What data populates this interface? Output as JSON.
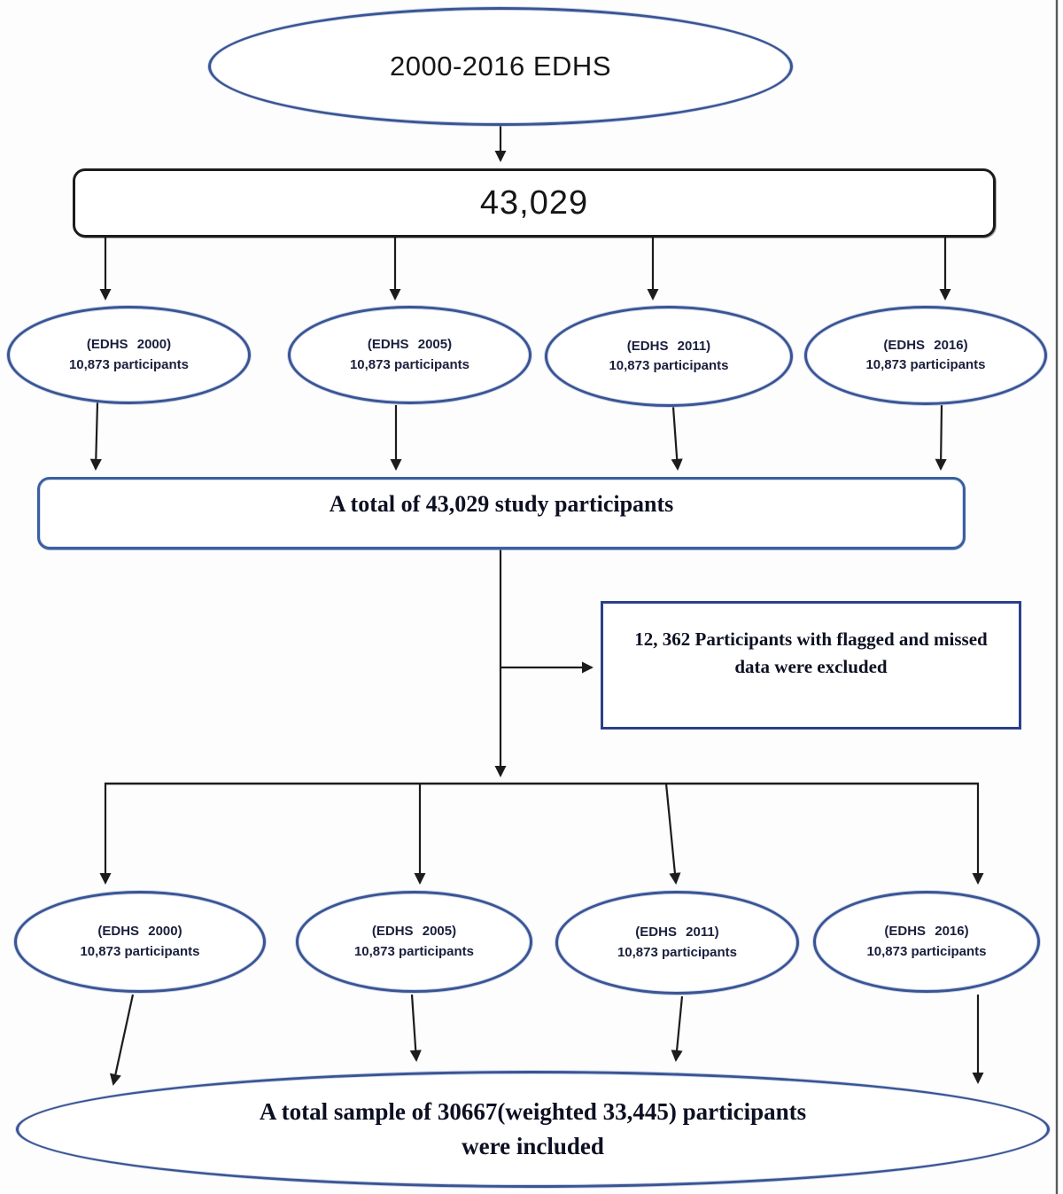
{
  "colors": {
    "ellipse_border": "#3a5494",
    "box_border_dark": "#1c1c1c",
    "box_border_blue": "#3a5fa0",
    "exclusion_border": "#2b3f8c",
    "arrow": "#1c1c1c",
    "label_text": "#1a1f3d",
    "serif_text": "#0d1022",
    "sans_text": "#161616",
    "page_edge": "#5a5a5a",
    "background": "#fdfdfd"
  },
  "nodes": {
    "source": {
      "label": "2000-2016 EDHS"
    },
    "pooled_total": {
      "label": "43,029"
    },
    "row1": [
      {
        "line1": "(EDHS 2000)",
        "line2": "10,873 participants"
      },
      {
        "line1": "(EDHS 2005)",
        "line2": "10,873 participants"
      },
      {
        "line1": "(EDHS 2011)",
        "line2": "10,873 participants"
      },
      {
        "line1": "(EDHS 2016)",
        "line2": "10,873 participants"
      }
    ],
    "study_total": {
      "label": "A total of 43,029 study participants"
    },
    "excluded": {
      "line1": "12, 362 Participants with flagged and missed",
      "line2": "data were excluded"
    },
    "row2": [
      {
        "line1": "(EDHS 2000)",
        "line2": "10,873 participants"
      },
      {
        "line1": "(EDHS 2005)",
        "line2": "10,873 participants"
      },
      {
        "line1": "(EDHS 2011)",
        "line2": "10,873 participants"
      },
      {
        "line1": "(EDHS 2016)",
        "line2": "10,873 participants"
      }
    ],
    "final_sample": {
      "line1": "A total sample of  30667(weighted 33,445) participants",
      "line2": "were included"
    }
  }
}
